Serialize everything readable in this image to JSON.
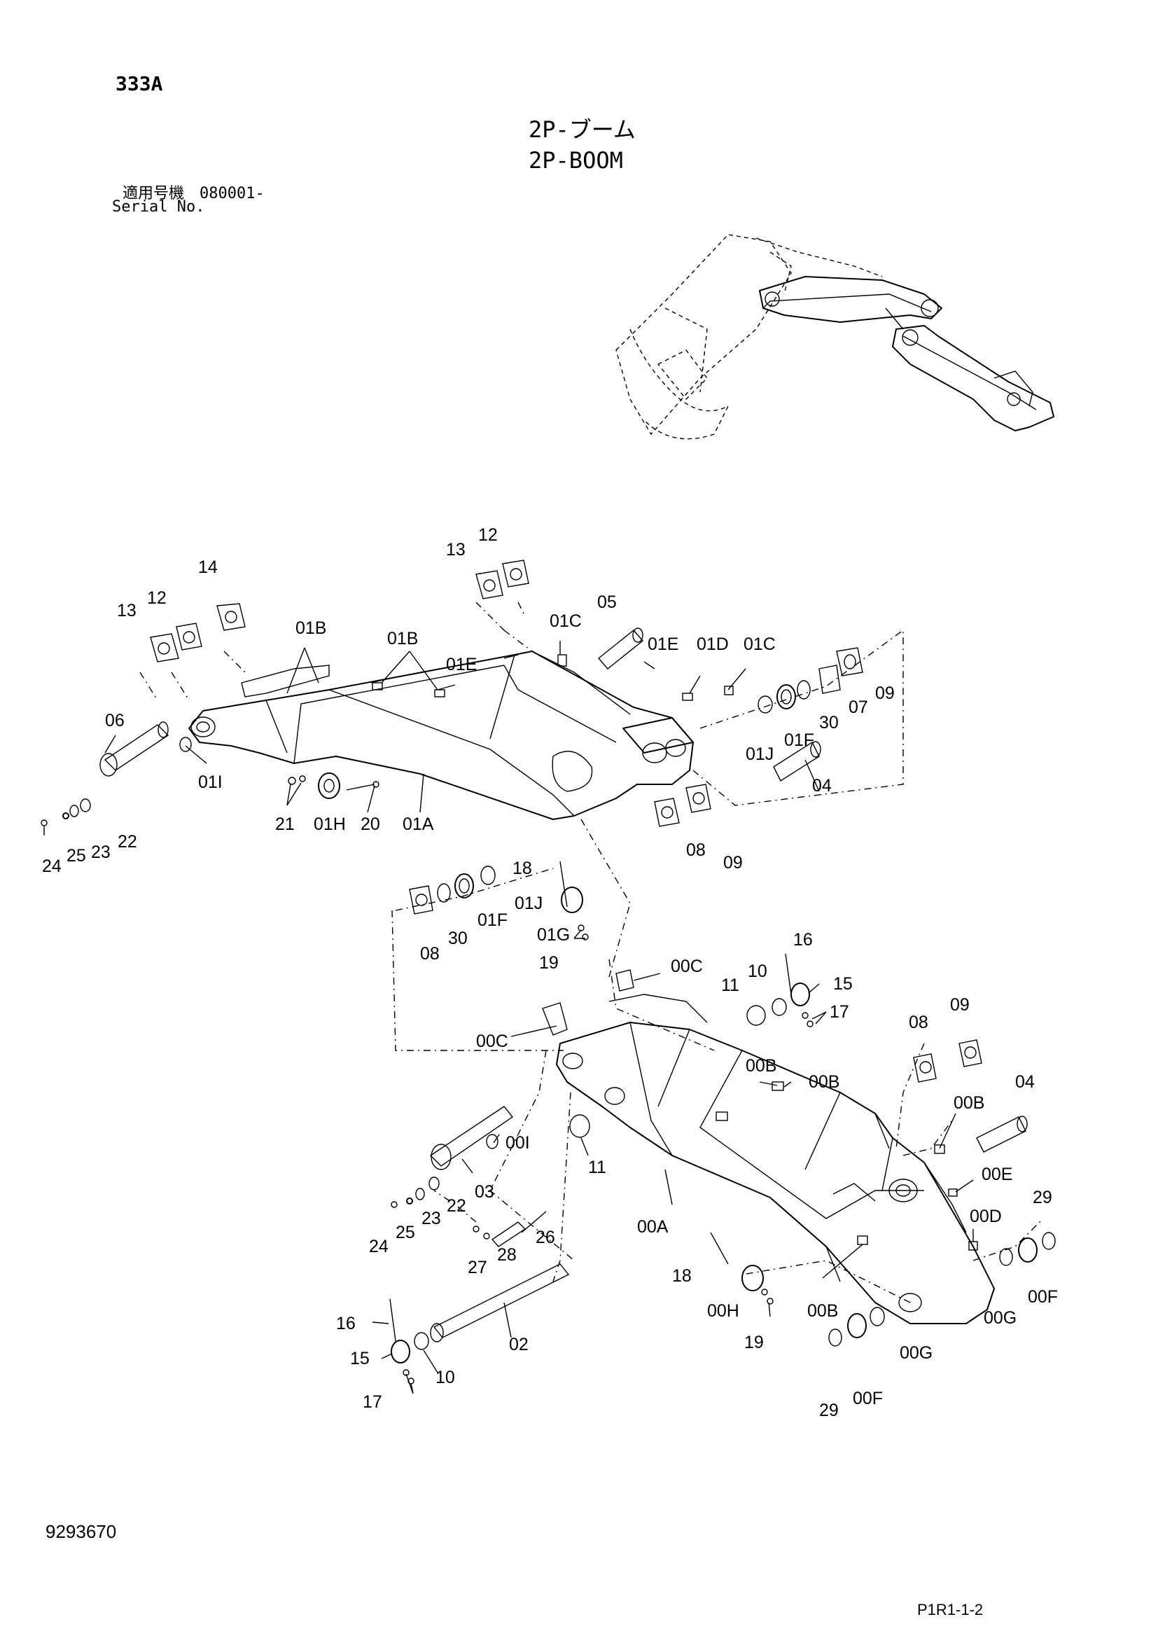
{
  "header": {
    "page_code": "333A",
    "title_jp": "2P-ブーム",
    "title_en": "2P-BOOM",
    "serial_jp": "適用号機　080001-",
    "serial_en": "Serial No."
  },
  "footer": {
    "document_number": "9293670",
    "page_ref": "P1R1-1-2"
  },
  "callouts": {
    "c01": "14",
    "c02": "13",
    "c03": "12",
    "c04": "01B",
    "c05": "01B",
    "c06": "13",
    "c07": "12",
    "c08": "05",
    "c09": "01C",
    "c10": "01E",
    "c11": "01E",
    "c12": "01D",
    "c13": "01C",
    "c14": "06",
    "c15": "01I",
    "c16": "30",
    "c17": "07",
    "c18": "09",
    "c19": "01J",
    "c20": "01F",
    "c21": "04",
    "c22": "24",
    "c23": "25",
    "c24": "23",
    "c25": "22",
    "c26": "21",
    "c27": "01H",
    "c28": "20",
    "c29": "01A",
    "c30": "18",
    "c31": "01J",
    "c32": "01F",
    "c33": "01G",
    "c34": "30",
    "c35": "08",
    "c36": "19",
    "c37": "08",
    "c38": "09",
    "c39": "16",
    "c40": "00C",
    "c41": "10",
    "c42": "11",
    "c43": "15",
    "c44": "17",
    "c45": "00C",
    "c46": "08",
    "c47": "09",
    "c48": "00B",
    "c49": "00B",
    "c50": "04",
    "c51": "00B",
    "c52": "00I",
    "c53": "11",
    "c54": "00E",
    "c55": "03",
    "c56": "22",
    "c57": "23",
    "c58": "25",
    "c59": "24",
    "c60": "29",
    "c61": "00D",
    "c62": "26",
    "c63": "00A",
    "c64": "27",
    "c65": "28",
    "c66": "18",
    "c67": "00F",
    "c68": "00G",
    "c69": "00H",
    "c70": "00B",
    "c71": "16",
    "c72": "02",
    "c73": "15",
    "c74": "10",
    "c75": "17",
    "c76": "19",
    "c77": "00G",
    "c78": "29",
    "c79": "00F"
  }
}
